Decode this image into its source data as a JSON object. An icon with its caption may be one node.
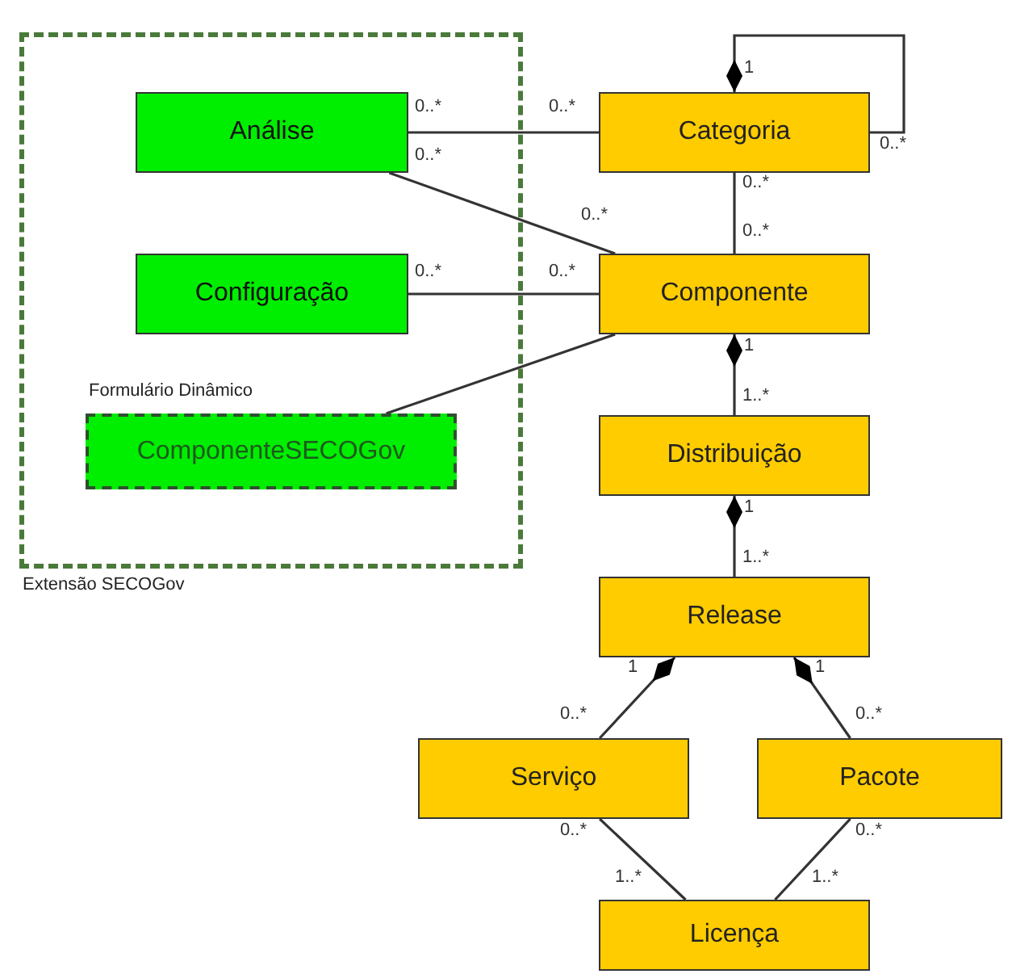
{
  "diagram": {
    "nodes": [
      {
        "text": [
          "Extensão SECOGov"
        ]
      },
      {
        "text": [
          "Análise"
        ],
        "in": 0
      },
      {
        "text": [
          "Configuração"
        ],
        "in": 0
      },
      {
        "text": [
          "Formulário Dinâmico",
          "ComponenteSECOGov"
        ],
        "in": 0
      },
      {
        "text": [
          "Categoria"
        ]
      },
      {
        "text": [
          "Componente"
        ]
      },
      {
        "text": [
          "Distribuição"
        ]
      },
      {
        "text": [
          "Release"
        ]
      },
      {
        "text": [
          "Serviço"
        ]
      },
      {
        "text": [
          "Pacote"
        ]
      },
      {
        "text": [
          "Licença"
        ]
      }
    ],
    "edges": [
      {
        "from": 1,
        "to": 4,
        "arrow": "none"
      },
      {
        "from": 1,
        "to": 5,
        "arrow": "none"
      },
      {
        "from": 2,
        "to": 5,
        "arrow": "none"
      },
      {
        "from": 5,
        "to": 3,
        "arrow": "none"
      },
      {
        "from": 4,
        "to": 4,
        "arrow": "other"
      },
      {
        "from": 4,
        "to": 5,
        "arrow": "none"
      },
      {
        "from": 5,
        "to": 6,
        "arrow": "other"
      },
      {
        "from": 6,
        "to": 7,
        "arrow": "other"
      },
      {
        "from": 7,
        "to": 8,
        "arrow": "other"
      },
      {
        "from": 7,
        "to": 9,
        "arrow": "other"
      },
      {
        "from": 8,
        "to": 10,
        "arrow": "none"
      },
      {
        "from": 9,
        "to": 10,
        "arrow": "none"
      }
    ],
    "labels": [
      "1",
      "0..*",
      "0..*",
      "0..*",
      "0..*",
      "0..*",
      "0..*",
      "0..*",
      "0..*",
      "0..*",
      "1",
      "1..*",
      "1",
      "1..*",
      "1",
      "1",
      "0..*",
      "0..*",
      "0..*",
      "0..*",
      "1..*",
      "1..*"
    ]
  }
}
